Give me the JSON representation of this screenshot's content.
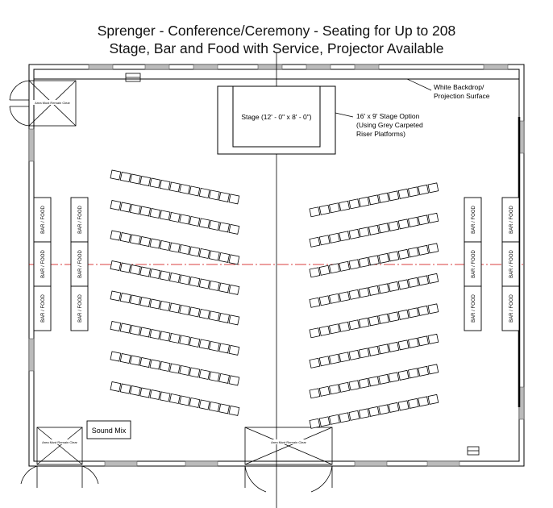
{
  "title": {
    "line1": "Sprenger - Conference/Ceremony - Seating for Up to 208",
    "line2": "Stage, Bar and Food with Service, Projector Available"
  },
  "labels": {
    "backdrop_line1": "White Backdrop/",
    "backdrop_line2": "Projection Surface",
    "stage": "Stage (12' - 0\" x 8' - 0\")",
    "stage_option_line1": "16' x 9' Stage Option",
    "stage_option_line2": "(Using Grey Carpeted",
    "stage_option_line3": "Riser Platforms)",
    "bar_food": "BAR / FOOD",
    "sound_mix": "Sound Mix",
    "door": "Area Must Remain Clear"
  },
  "seating": {
    "rows_per_side": 8,
    "seats_per_row": 13,
    "sides": 2
  }
}
